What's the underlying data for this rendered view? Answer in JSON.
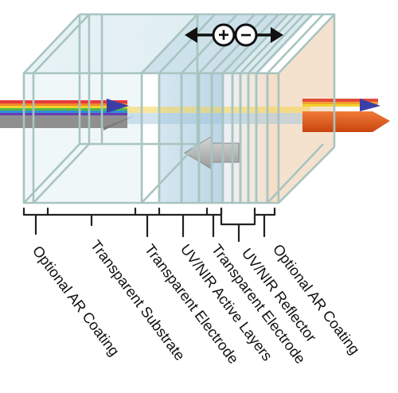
{
  "diagram": {
    "labels": [
      "Optional AR Coating",
      "Transparent Substrate",
      "Transparent Electrode",
      "UV/NIR Active Layers",
      "Transparent Electrode",
      "UV/NIR Reflector",
      "Optional AR Coating"
    ],
    "polarity": {
      "positive": "+",
      "negative": "−"
    },
    "colors": {
      "frame": "#a9c4c0",
      "glass_tint": "#cfe3ea",
      "active_tint": "#7fb3d0",
      "reflector_tint": "#f2d3b2",
      "grey_arrow": "#8f8f8f",
      "orange_arrow": "#e0561c",
      "bracket": "#222222"
    },
    "icons": {
      "incoming_arrow": "rainbow-arrow-icon",
      "transmitted_arrow": "orange-arrow-icon",
      "reflected_arrow": "grey-return-arrow-icon",
      "polarity": "plus-minus-icon"
    }
  }
}
